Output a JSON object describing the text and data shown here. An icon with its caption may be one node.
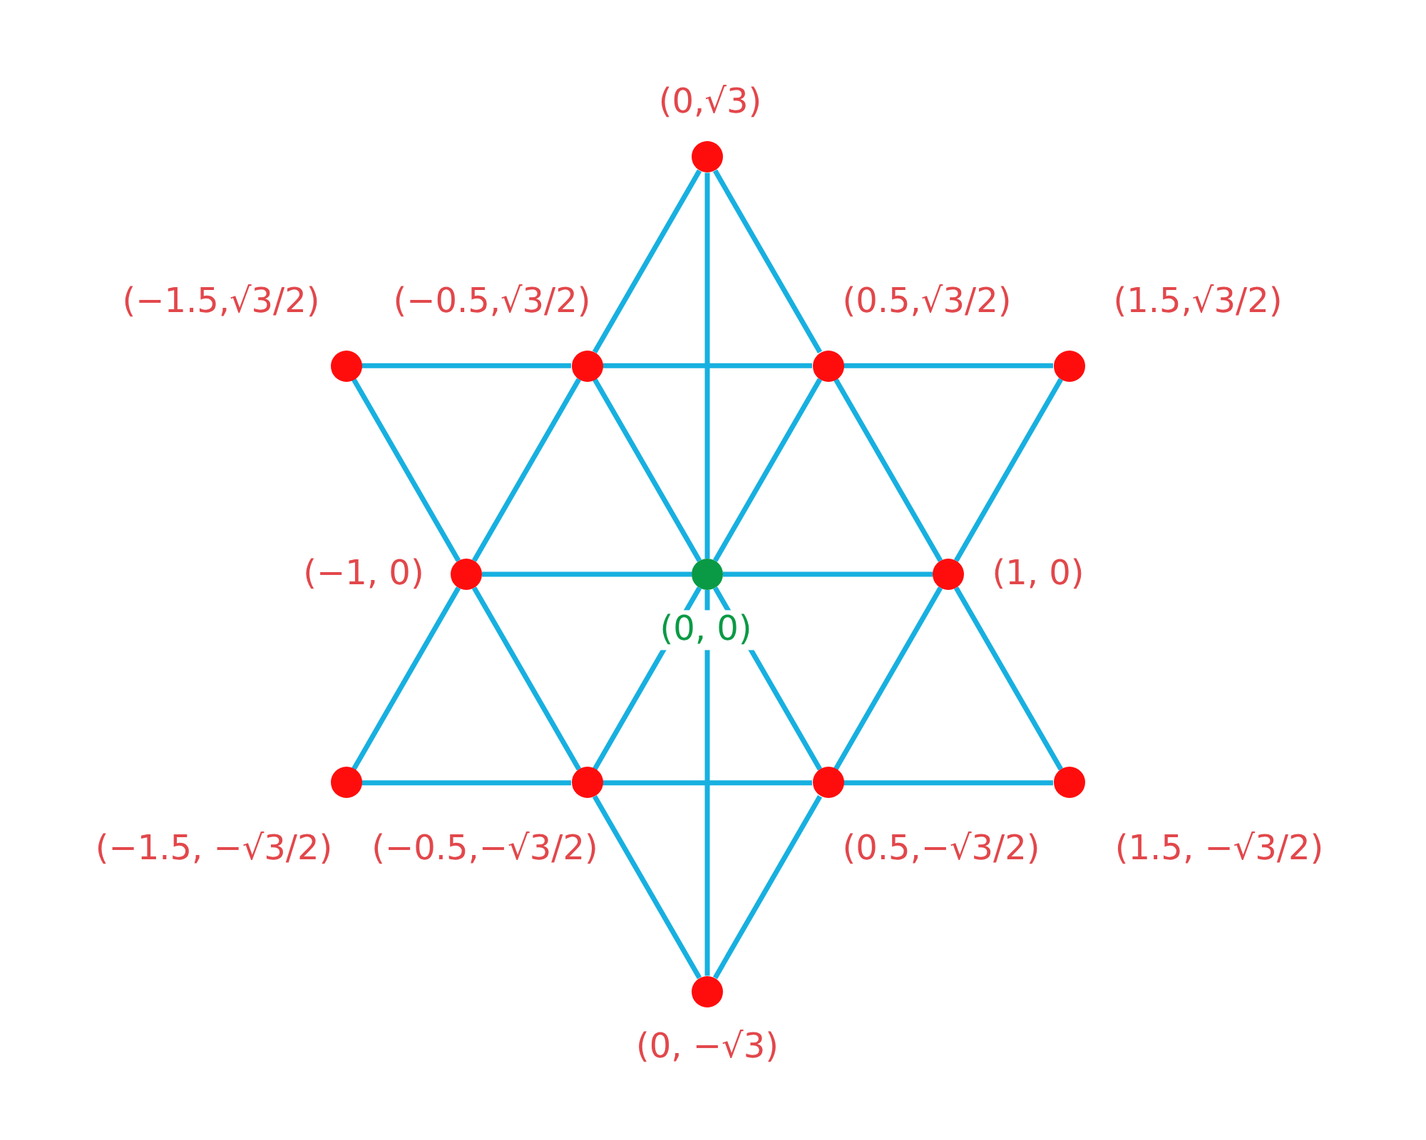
{
  "diagram": {
    "nodes": [
      {
        "text": [],
        "shape": "circle",
        "beside": [
          "(0,√3)"
        ]
      },
      {
        "text": [],
        "shape": "circle",
        "beside": [
          "(−1.5,√3/2)"
        ]
      },
      {
        "text": [],
        "shape": "circle",
        "beside": [
          "(−0.5,√3/2)"
        ]
      },
      {
        "text": [],
        "shape": "circle",
        "beside": [
          "(0.5,√3/2)"
        ]
      },
      {
        "text": [],
        "shape": "circle",
        "beside": [
          "(1.5,√3/2)"
        ]
      },
      {
        "text": [],
        "shape": "circle",
        "beside": [
          "(−1, 0)"
        ]
      },
      {
        "text": [],
        "shape": "circle",
        "beside": [
          "(0, 0)"
        ]
      },
      {
        "text": [],
        "shape": "circle",
        "beside": [
          "(1, 0)"
        ]
      },
      {
        "text": [],
        "shape": "circle",
        "beside": [
          "(−1.5, −√3/2)"
        ]
      },
      {
        "text": [],
        "shape": "circle",
        "beside": [
          "(−0.5,−√3/2)"
        ]
      },
      {
        "text": [],
        "shape": "circle",
        "beside": [
          "(0.5,−√3/2)"
        ]
      },
      {
        "text": [],
        "shape": "circle",
        "beside": [
          "(1.5, −√3/2)"
        ]
      },
      {
        "text": [],
        "shape": "circle",
        "beside": [
          "(0, −√3)"
        ]
      }
    ],
    "edges": [
      {
        "from": 0,
        "to": 2,
        "arrow": "none"
      },
      {
        "from": 2,
        "to": 5,
        "arrow": "none"
      },
      {
        "from": 5,
        "to": 8,
        "arrow": "none"
      },
      {
        "from": 0,
        "to": 3,
        "arrow": "none"
      },
      {
        "from": 3,
        "to": 7,
        "arrow": "none"
      },
      {
        "from": 7,
        "to": 11,
        "arrow": "none"
      },
      {
        "from": 8,
        "to": 9,
        "arrow": "none"
      },
      {
        "from": 9,
        "to": 10,
        "arrow": "none"
      },
      {
        "from": 10,
        "to": 11,
        "arrow": "none"
      },
      {
        "from": 1,
        "to": 2,
        "arrow": "none"
      },
      {
        "from": 2,
        "to": 3,
        "arrow": "none"
      },
      {
        "from": 3,
        "to": 4,
        "arrow": "none"
      },
      {
        "from": 1,
        "to": 5,
        "arrow": "none"
      },
      {
        "from": 5,
        "to": 9,
        "arrow": "none"
      },
      {
        "from": 9,
        "to": 12,
        "arrow": "none"
      },
      {
        "from": 4,
        "to": 7,
        "arrow": "none"
      },
      {
        "from": 7,
        "to": 10,
        "arrow": "none"
      },
      {
        "from": 10,
        "to": 12,
        "arrow": "none"
      },
      {
        "from": 5,
        "to": 6,
        "arrow": "none"
      },
      {
        "from": 6,
        "to": 7,
        "arrow": "none"
      },
      {
        "from": 0,
        "to": 6,
        "arrow": "none"
      },
      {
        "from": 6,
        "to": 12,
        "arrow": "none"
      },
      {
        "from": 2,
        "to": 6,
        "arrow": "none"
      },
      {
        "from": 6,
        "to": 10,
        "arrow": "none"
      },
      {
        "from": 3,
        "to": 6,
        "arrow": "none"
      },
      {
        "from": 6,
        "to": 9,
        "arrow": "none"
      }
    ]
  }
}
